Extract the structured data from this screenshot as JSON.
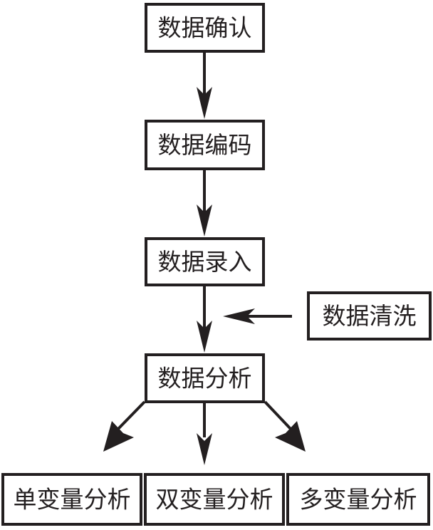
{
  "diagram": {
    "nodes": [
      {
        "id": "confirm",
        "label": "数据确认"
      },
      {
        "id": "encode",
        "label": "数据编码"
      },
      {
        "id": "entry",
        "label": "数据录入"
      },
      {
        "id": "clean",
        "label": "数据清洗"
      },
      {
        "id": "analysis",
        "label": "数据分析"
      },
      {
        "id": "univariate",
        "label": "单变量分析"
      },
      {
        "id": "bivariate",
        "label": "双变量分析"
      },
      {
        "id": "multivariate",
        "label": "多变量分析"
      }
    ],
    "edges": [
      {
        "from": "confirm",
        "to": "encode"
      },
      {
        "from": "encode",
        "to": "entry"
      },
      {
        "from": "entry",
        "to": "analysis"
      },
      {
        "from": "clean",
        "to": "entry-analysis-edge"
      },
      {
        "from": "analysis",
        "to": "univariate"
      },
      {
        "from": "analysis",
        "to": "bivariate"
      },
      {
        "from": "analysis",
        "to": "multivariate"
      }
    ]
  }
}
